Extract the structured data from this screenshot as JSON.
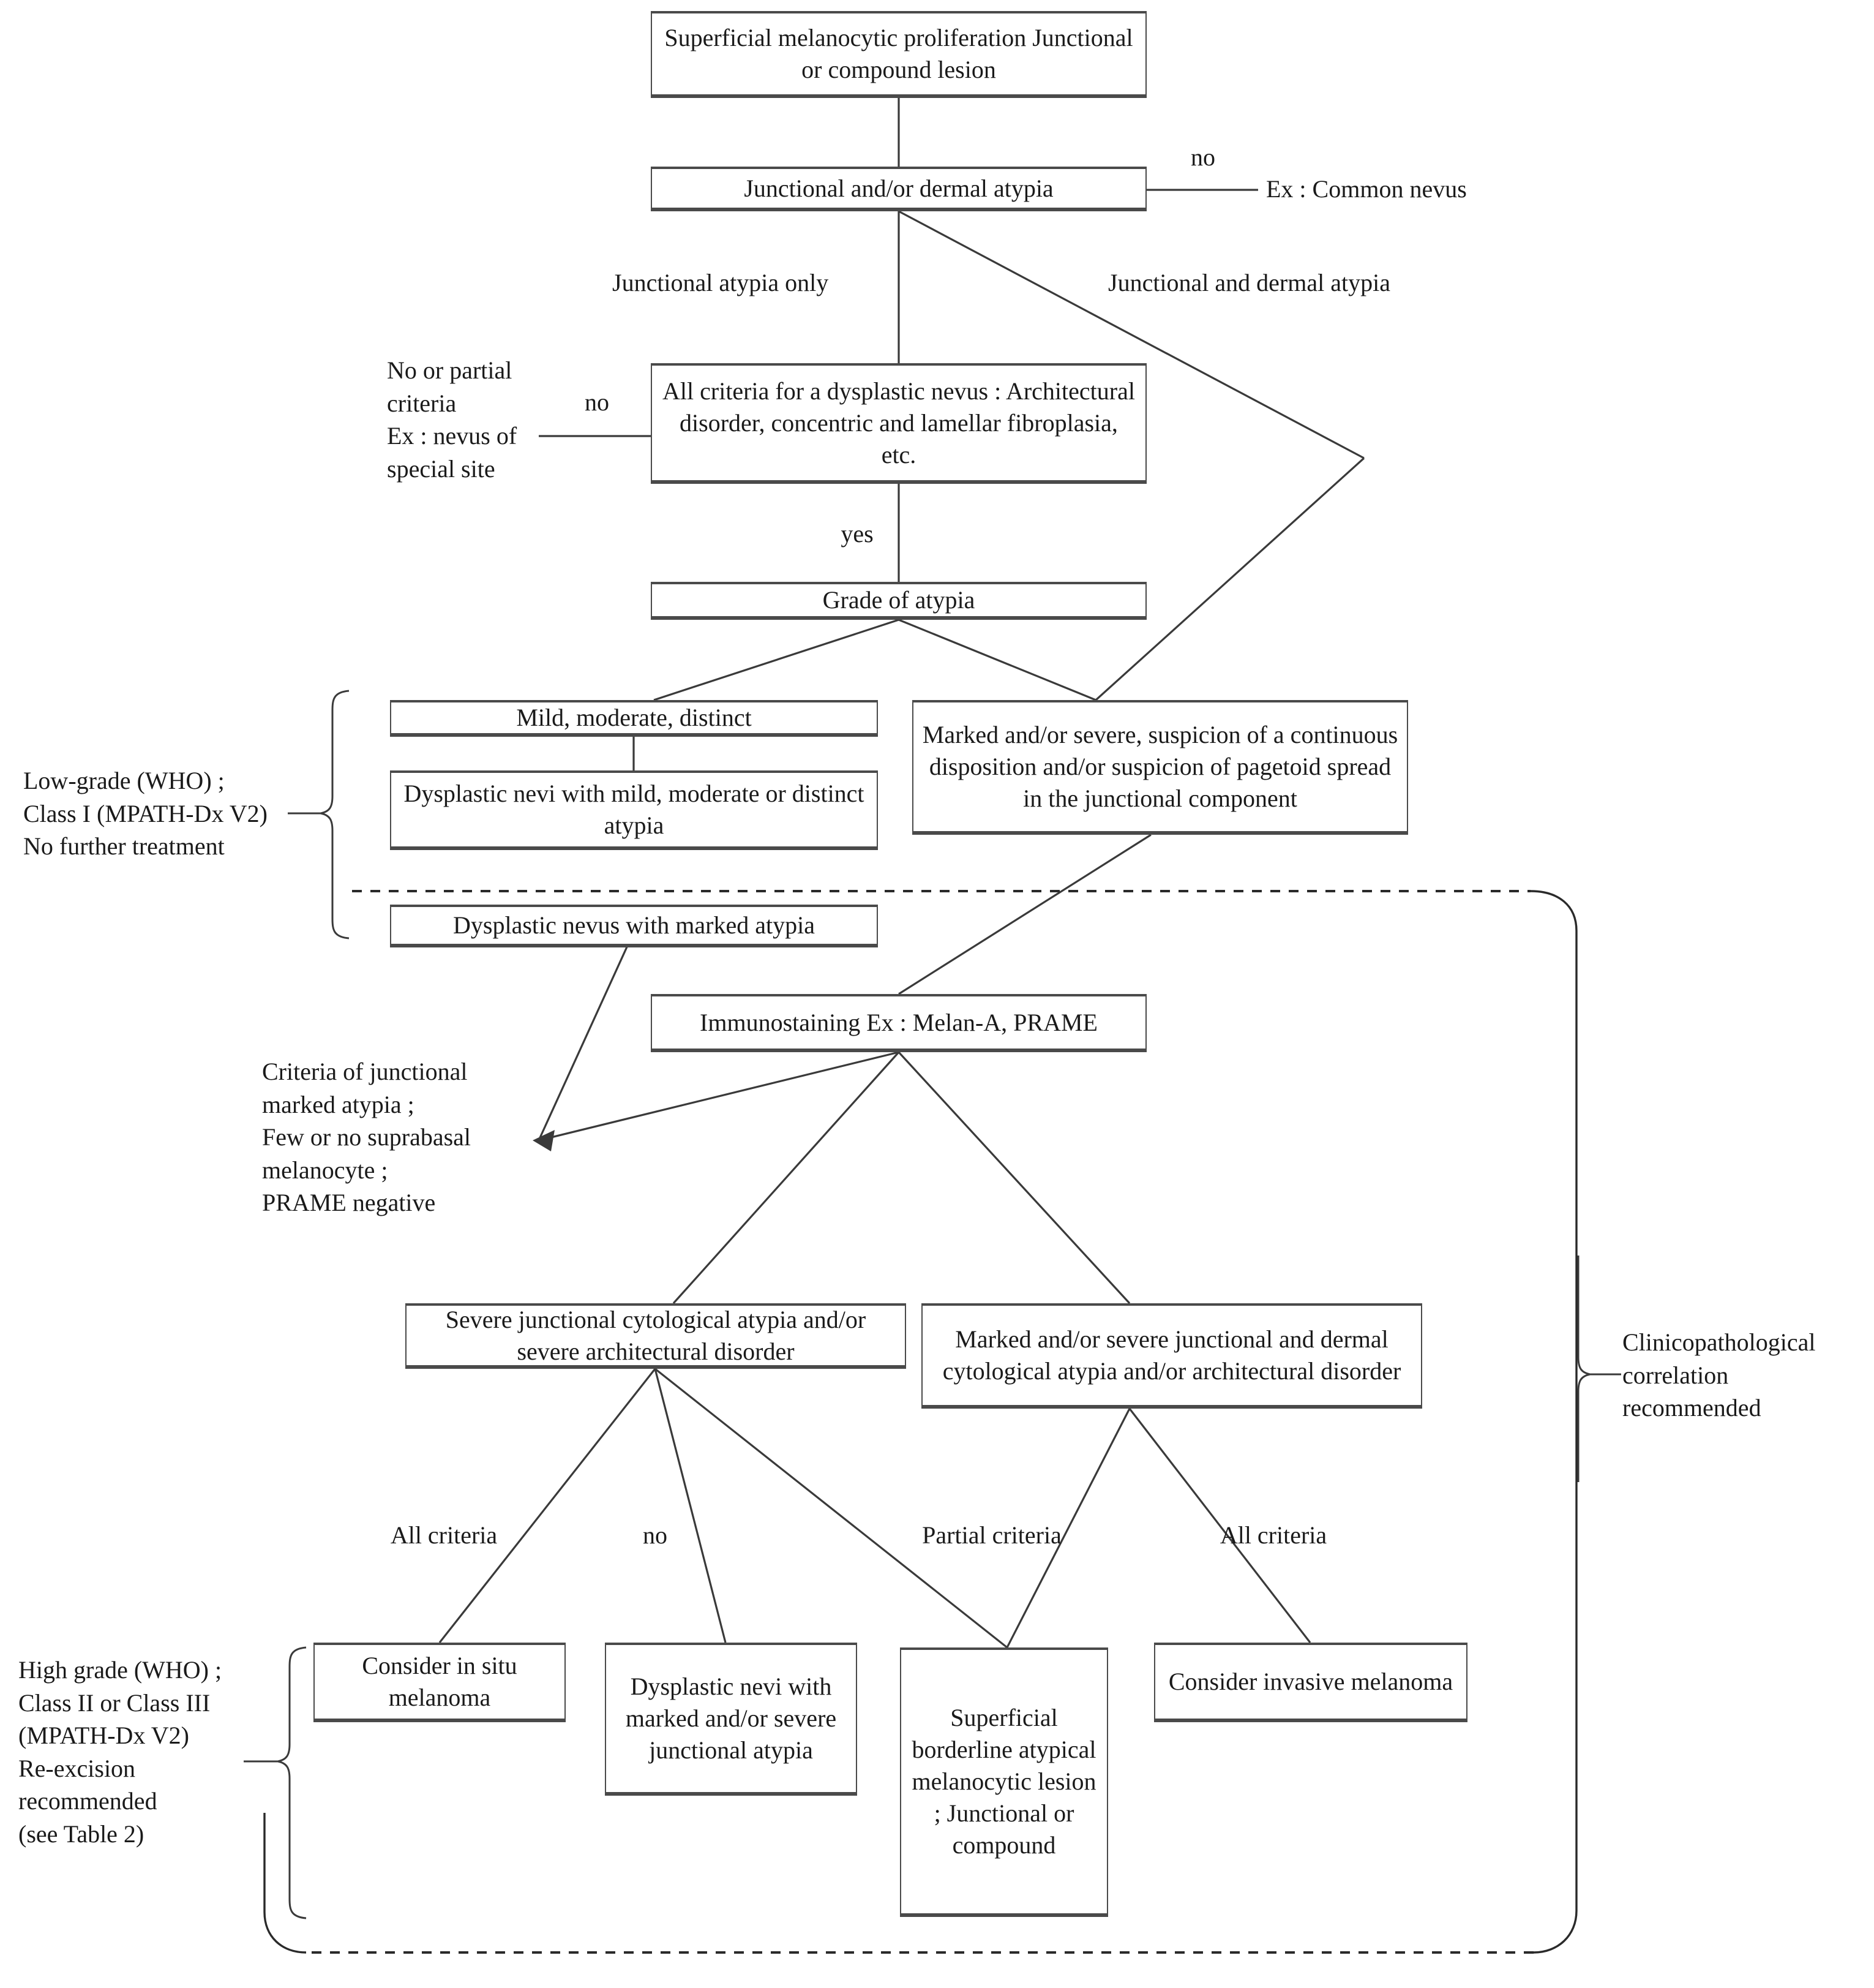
{
  "diagram": {
    "title": "Superficial melanocytic proliferation decision algorithm",
    "nodes": {
      "n1": "Superficial melanocytic proliferation\nJunctional or compound lesion",
      "n2": "Junctional and/or dermal atypia",
      "n3": "All criteria for a dysplastic nevus :\nArchitectural disorder, concentric and\nlamellar fibroplasia, etc.",
      "n4": "Grade of atypia",
      "n5": "Mild, moderate, distinct",
      "n6": "Dysplastic nevi with mild, moderate or\ndistinct atypia",
      "n7": "Marked and/or severe, suspicion of a\ncontinuous disposition and/or\nsuspicion of pagetoid spread in the\njunctional component",
      "n8": "Dysplastic nevus with marked atypia",
      "n9": "Immunostaining\nEx : Melan-A, PRAME",
      "n10": "Severe junctional cytological atypia\nand/or severe architectural disorder",
      "n11": "Marked and/or severe junctional and\ndermal cytological atypia and/or\narchitectural disorder",
      "n12": "Consider in situ\nmelanoma",
      "n13": "Dysplastic nevi\nwith marked\nand/or severe\njunctional atypia",
      "n14": "Superficial\nborderline\natypical\nmelanocytic\nlesion ;\nJunctional or\ncompound",
      "n15": "Consider invasive\nmelanoma"
    },
    "edge_labels": {
      "no_common_nevus": "no",
      "junctional_only": "Junctional atypia only",
      "junctional_and_dermal": "Junctional and dermal atypia",
      "no_criteria": "no",
      "yes": "yes",
      "all_criteria_left": "All criteria",
      "no_bottom": "no",
      "partial_criteria": "Partial criteria",
      "all_criteria_right": "All criteria"
    },
    "annotations": {
      "common_nevus": "Ex : Common nevus",
      "no_or_partial": "No or partial\ncriteria\nEx : nevus of\nspecial site",
      "low_grade": "Low-grade (WHO) ;\nClass I (MPATH-Dx V2)\nNo further treatment",
      "criteria_junctional": "Criteria of junctional\nmarked atypia ;\nFew or no suprabasal\nmelanocyte ;\nPRAME negative",
      "high_grade": "High grade (WHO) ;\nClass II or Class III\n(MPATH-Dx V2)\nRe-excision\nrecommended\n(see Table 2)",
      "clinicopathological": "Clinicopathological\ncorrelation\nrecommended"
    },
    "colors": {
      "box_border": "#4a4a4a",
      "line": "#3a3a3a",
      "text": "#1a1a1a",
      "background": "#ffffff"
    }
  }
}
